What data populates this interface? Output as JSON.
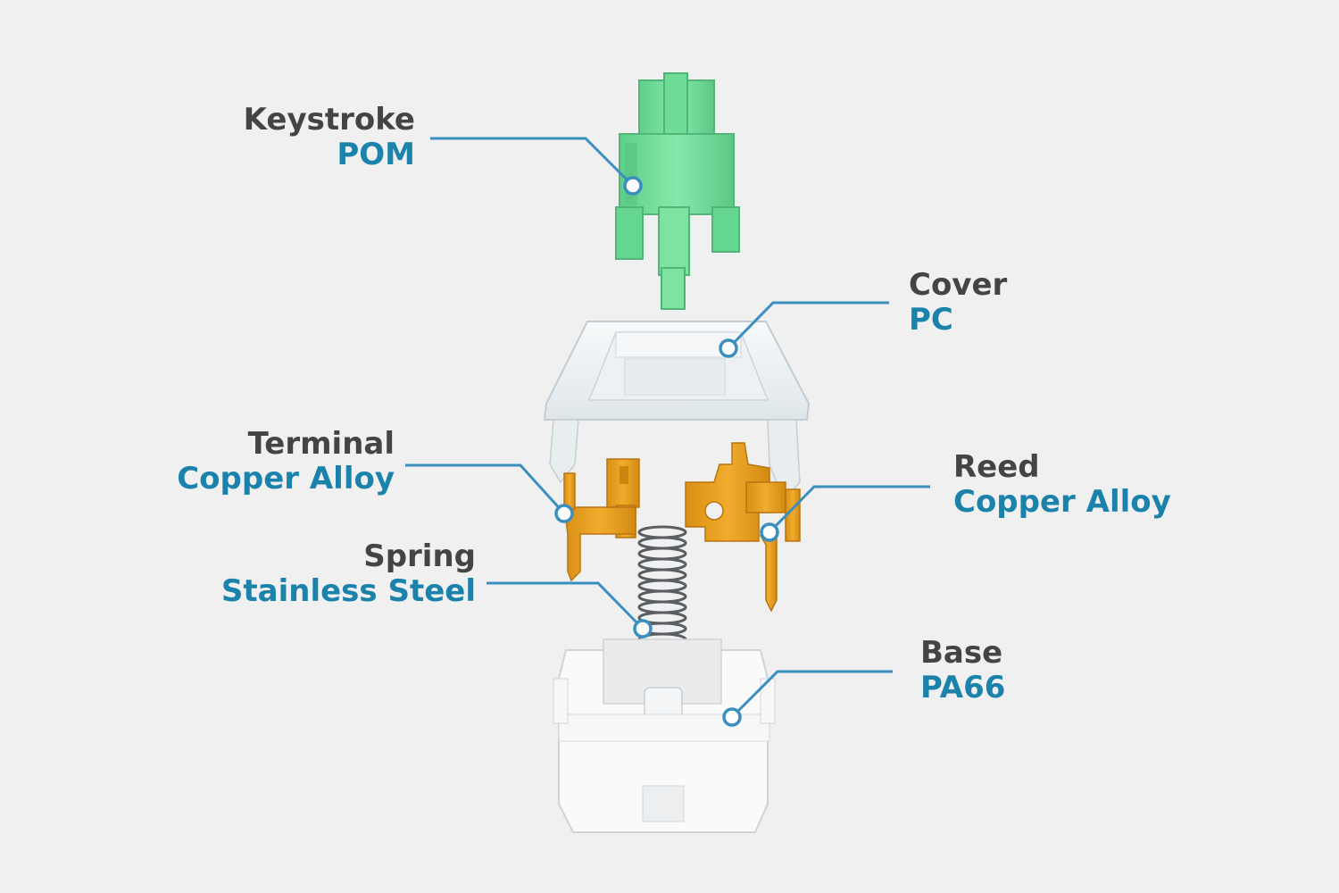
{
  "colors": {
    "background": "#f0f0f0",
    "name_text": "#444444",
    "material_text": "#1a82ab",
    "leader_line": "#3a8fc0",
    "stem": "#7fe3a3",
    "metal": "#e8a020",
    "housing_clear": "#e6ecef",
    "base": "#fafafa"
  },
  "parts": [
    {
      "id": "keystroke",
      "name": "Keystroke",
      "material": "POM"
    },
    {
      "id": "cover",
      "name": "Cover",
      "material": "PC"
    },
    {
      "id": "terminal",
      "name": "Terminal",
      "material": "Copper Alloy"
    },
    {
      "id": "reed",
      "name": "Reed",
      "material": "Copper Alloy"
    },
    {
      "id": "spring",
      "name": "Spring",
      "material": "Stainless Steel"
    },
    {
      "id": "base",
      "name": "Base",
      "material": "PA66"
    }
  ]
}
